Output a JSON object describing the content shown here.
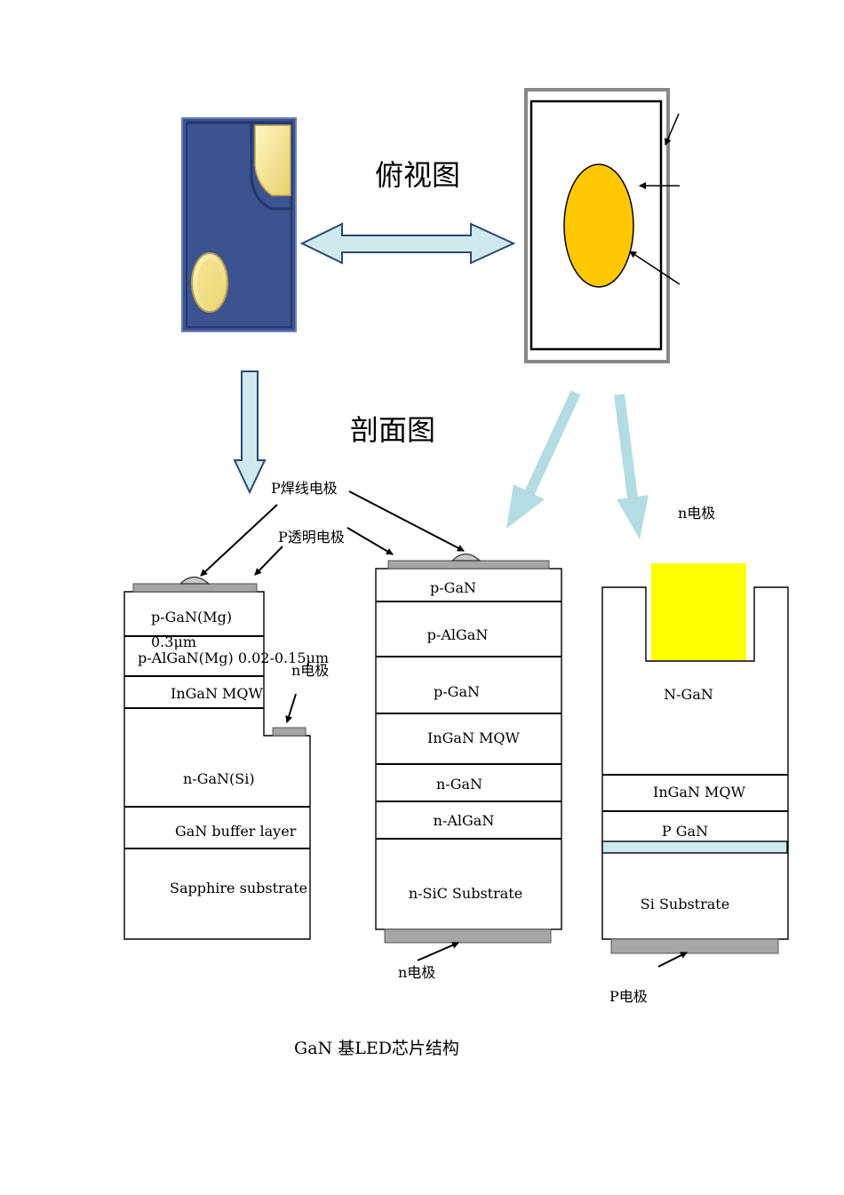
{
  "labels": {
    "top_view": "俯视图",
    "cross_section": "剖面图",
    "p_bond_electrode": "P焊线电极",
    "p_transparent_electrode": "P透明电极",
    "n_electrode_right_top": "n电极",
    "figure_caption": "GaN 基LED芯片结构"
  },
  "left_chip": {
    "layers": {
      "p_gan": "p-GaN(Mg)",
      "p_gan_thickness": "0.3μm",
      "p_algan": "p-AlGaN(Mg) 0.02-0.15μm",
      "ingan": "InGaN  MQW",
      "n_gan": "n-GaN(Si)",
      "buffer": "GaN buffer layer",
      "substrate": "Sapphire substrate"
    },
    "n_electrode": "n电极"
  },
  "middle_chip": {
    "layers": [
      "p-GaN",
      "p-AlGaN",
      "p-GaN",
      "InGaN  MQW",
      "n-GaN",
      "n-AlGaN",
      "n-SiC Substrate"
    ],
    "n_electrode": "n电极"
  },
  "right_chip": {
    "layers": [
      "N-GaN",
      "InGaN  MQW",
      "P GaN",
      "Si  Substrate"
    ],
    "p_electrode": "P电极"
  },
  "colors": {
    "chip_blue": "#3c5291",
    "pad_yellow": "#f5e08a",
    "orange_dot": "#ffc800",
    "bright_yellow": "#ffff00",
    "arrow_fill": "#cfe9ee",
    "arrow_stroke": "#2a4a6e",
    "teal_arrow": "#b3dde3",
    "electrode_gray": "#a6a6a6"
  }
}
